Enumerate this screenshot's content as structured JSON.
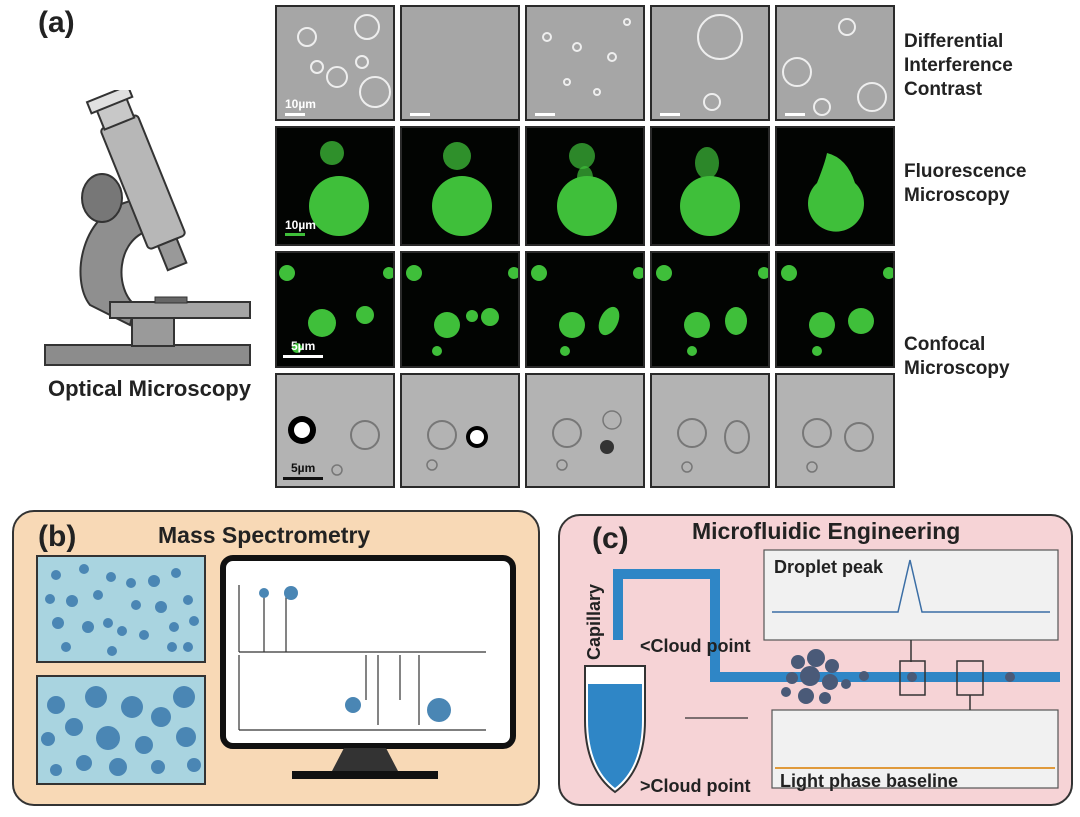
{
  "panel_a": {
    "label": "(a)",
    "microscope_caption": "Optical Microscopy",
    "rows": [
      {
        "label_lines": [
          "Differential",
          "Interference",
          "Contrast"
        ],
        "scale": "10µm"
      },
      {
        "label_lines": [
          "Fluorescence",
          "Microscopy"
        ],
        "scale": "10µm"
      },
      {
        "label_lines": [
          "Confocal",
          "Microscopy"
        ],
        "scale": "5µm"
      },
      {
        "label_lines": [],
        "scale": "5µm"
      }
    ]
  },
  "panel_b": {
    "label": "(b)",
    "title": "Mass Spectrometry"
  },
  "panel_c": {
    "label": "(c)",
    "title": "Microfluidic Engineering",
    "capillary": "Capillary",
    "below": "<Cloud point",
    "above": ">Cloud point",
    "peak_title": "Droplet peak",
    "baseline_title": "Light phase baseline"
  },
  "colors": {
    "fluor_green": "#3fbf3a",
    "droplet_blue": "#4a86b4",
    "well_blue": "#a9d4e0",
    "panel_b_bg": "#f8d9b6",
    "panel_c_bg": "#f6d3d6",
    "channel_blue": "#2f86c6"
  }
}
